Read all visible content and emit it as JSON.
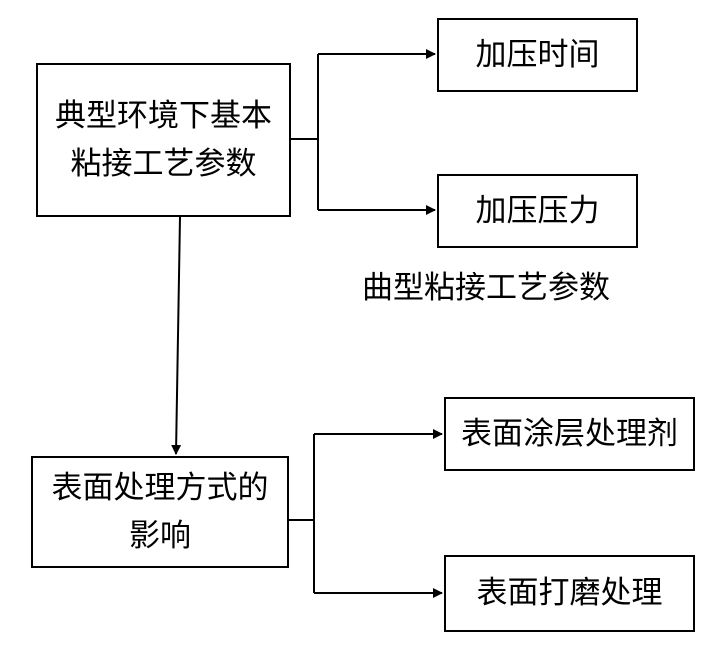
{
  "nodes": {
    "typical_params": {
      "lines": [
        "典型环境下基本",
        "粘接工艺参数"
      ]
    },
    "pressing_time": {
      "label": "加压时间"
    },
    "pressing_pressure": {
      "label": "加压压力"
    },
    "caption": {
      "text": "曲型粘接工艺参数"
    },
    "surface_treatment": {
      "lines": [
        "表面处理方式的",
        "影响"
      ]
    },
    "surface_coating": {
      "label": "表面涂层处理剂"
    },
    "surface_grinding": {
      "label": "表面打磨处理"
    }
  },
  "edges": [
    {
      "from": "typical_params",
      "to": "pressing_time"
    },
    {
      "from": "typical_params",
      "to": "pressing_pressure"
    },
    {
      "from": "typical_params",
      "to": "surface_treatment"
    },
    {
      "from": "surface_treatment",
      "to": "surface_coating"
    },
    {
      "from": "surface_treatment",
      "to": "surface_grinding"
    }
  ],
  "colors": {
    "stroke": "#000000",
    "background": "#ffffff"
  }
}
